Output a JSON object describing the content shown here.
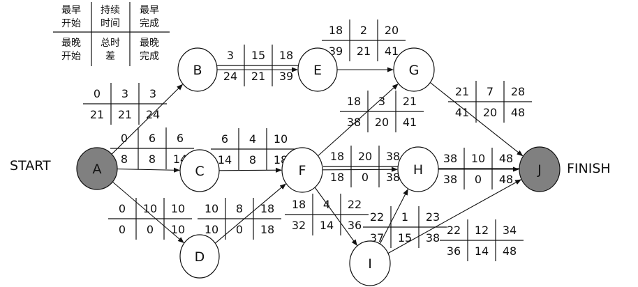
{
  "legend": {
    "top": [
      [
        "最早",
        "开始"
      ],
      [
        "持续",
        "时间"
      ],
      [
        "最早",
        "完成"
      ]
    ],
    "bottom": [
      [
        "最晚",
        "开始"
      ],
      [
        "总时",
        "差"
      ],
      [
        "最晚",
        "完成"
      ]
    ]
  },
  "start_label": "START",
  "finish_label": "FINISH",
  "colors": {
    "line": "#111111",
    "start_finish_fill": "#808080",
    "node_fill": "#ffffff"
  },
  "nodes": [
    {
      "id": "A",
      "label": "A",
      "kind": "terminal"
    },
    {
      "id": "B",
      "label": "B",
      "kind": "task"
    },
    {
      "id": "C",
      "label": "C",
      "kind": "task"
    },
    {
      "id": "D",
      "label": "D",
      "kind": "task"
    },
    {
      "id": "E",
      "label": "E",
      "kind": "task"
    },
    {
      "id": "F",
      "label": "F",
      "kind": "task"
    },
    {
      "id": "G",
      "label": "G",
      "kind": "task"
    },
    {
      "id": "H",
      "label": "H",
      "kind": "task"
    },
    {
      "id": "I",
      "label": "I",
      "kind": "task"
    },
    {
      "id": "J",
      "label": "J",
      "kind": "terminal"
    }
  ],
  "edges": [
    {
      "from": "A",
      "to": "B"
    },
    {
      "from": "A",
      "to": "C"
    },
    {
      "from": "A",
      "to": "D"
    },
    {
      "from": "B",
      "to": "E"
    },
    {
      "from": "C",
      "to": "F"
    },
    {
      "from": "D",
      "to": "F"
    },
    {
      "from": "E",
      "to": "G"
    },
    {
      "from": "F",
      "to": "G"
    },
    {
      "from": "F",
      "to": "H"
    },
    {
      "from": "F",
      "to": "I"
    },
    {
      "from": "G",
      "to": "J"
    },
    {
      "from": "H",
      "to": "J"
    },
    {
      "from": "I",
      "to": "H"
    },
    {
      "from": "I",
      "to": "J"
    }
  ],
  "activity_tables": [
    {
      "id": "AB",
      "top": [
        "0",
        "3",
        "3"
      ],
      "bottom": [
        "21",
        "21",
        "24"
      ]
    },
    {
      "id": "AC",
      "top": [
        "0",
        "6",
        "6"
      ],
      "bottom": [
        "8",
        "8",
        "14"
      ]
    },
    {
      "id": "AD",
      "top": [
        "0",
        "10",
        "10"
      ],
      "bottom": [
        "0",
        "0",
        "10"
      ]
    },
    {
      "id": "BE",
      "top": [
        "3",
        "15",
        "18"
      ],
      "bottom": [
        "24",
        "21",
        "39"
      ]
    },
    {
      "id": "CF",
      "top": [
        "6",
        "4",
        "10"
      ],
      "bottom": [
        "14",
        "8",
        "18"
      ]
    },
    {
      "id": "DF",
      "top": [
        "10",
        "8",
        "18"
      ],
      "bottom": [
        "10",
        "0",
        "18"
      ]
    },
    {
      "id": "EG",
      "top": [
        "18",
        "2",
        "20"
      ],
      "bottom": [
        "39",
        "21",
        "41"
      ]
    },
    {
      "id": "FG",
      "top": [
        "18",
        "3",
        "21"
      ],
      "bottom": [
        "38",
        "20",
        "41"
      ]
    },
    {
      "id": "FH",
      "top": [
        "18",
        "20",
        "38"
      ],
      "bottom": [
        "18",
        "0",
        "38"
      ]
    },
    {
      "id": "FI",
      "top": [
        "18",
        "4",
        "22"
      ],
      "bottom": [
        "32",
        "14",
        "36"
      ]
    },
    {
      "id": "GJ",
      "top": [
        "21",
        "7",
        "28"
      ],
      "bottom": [
        "41",
        "20",
        "48"
      ]
    },
    {
      "id": "HJ",
      "top": [
        "38",
        "10",
        "48"
      ],
      "bottom": [
        "38",
        "0",
        "48"
      ]
    },
    {
      "id": "IH",
      "top": [
        "22",
        "1",
        "23"
      ],
      "bottom": [
        "37",
        "15",
        "38"
      ]
    },
    {
      "id": "IJ",
      "top": [
        "22",
        "12",
        "34"
      ],
      "bottom": [
        "36",
        "14",
        "48"
      ]
    }
  ]
}
